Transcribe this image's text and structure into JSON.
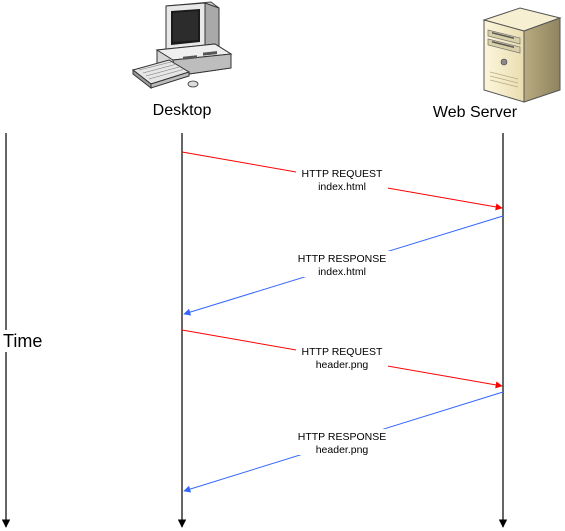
{
  "desktop_label": "Desktop",
  "server_label": "Web Server",
  "time_label": "Time",
  "colors": {
    "request": "#ff0000",
    "response": "#3366ff",
    "lifeline": "#000000"
  },
  "icons": {
    "desktop": "desktop-computer-icon",
    "server": "server-tower-icon"
  },
  "messages": [
    {
      "type": "request",
      "line1": "HTTP REQUEST",
      "line2": "index.html"
    },
    {
      "type": "response",
      "line1": "HTTP RESPONSE",
      "line2": "index.html"
    },
    {
      "type": "request",
      "line1": "HTTP REQUEST",
      "line2": "header.png"
    },
    {
      "type": "response",
      "line1": "HTTP RESPONSE",
      "line2": "header.png"
    }
  ]
}
